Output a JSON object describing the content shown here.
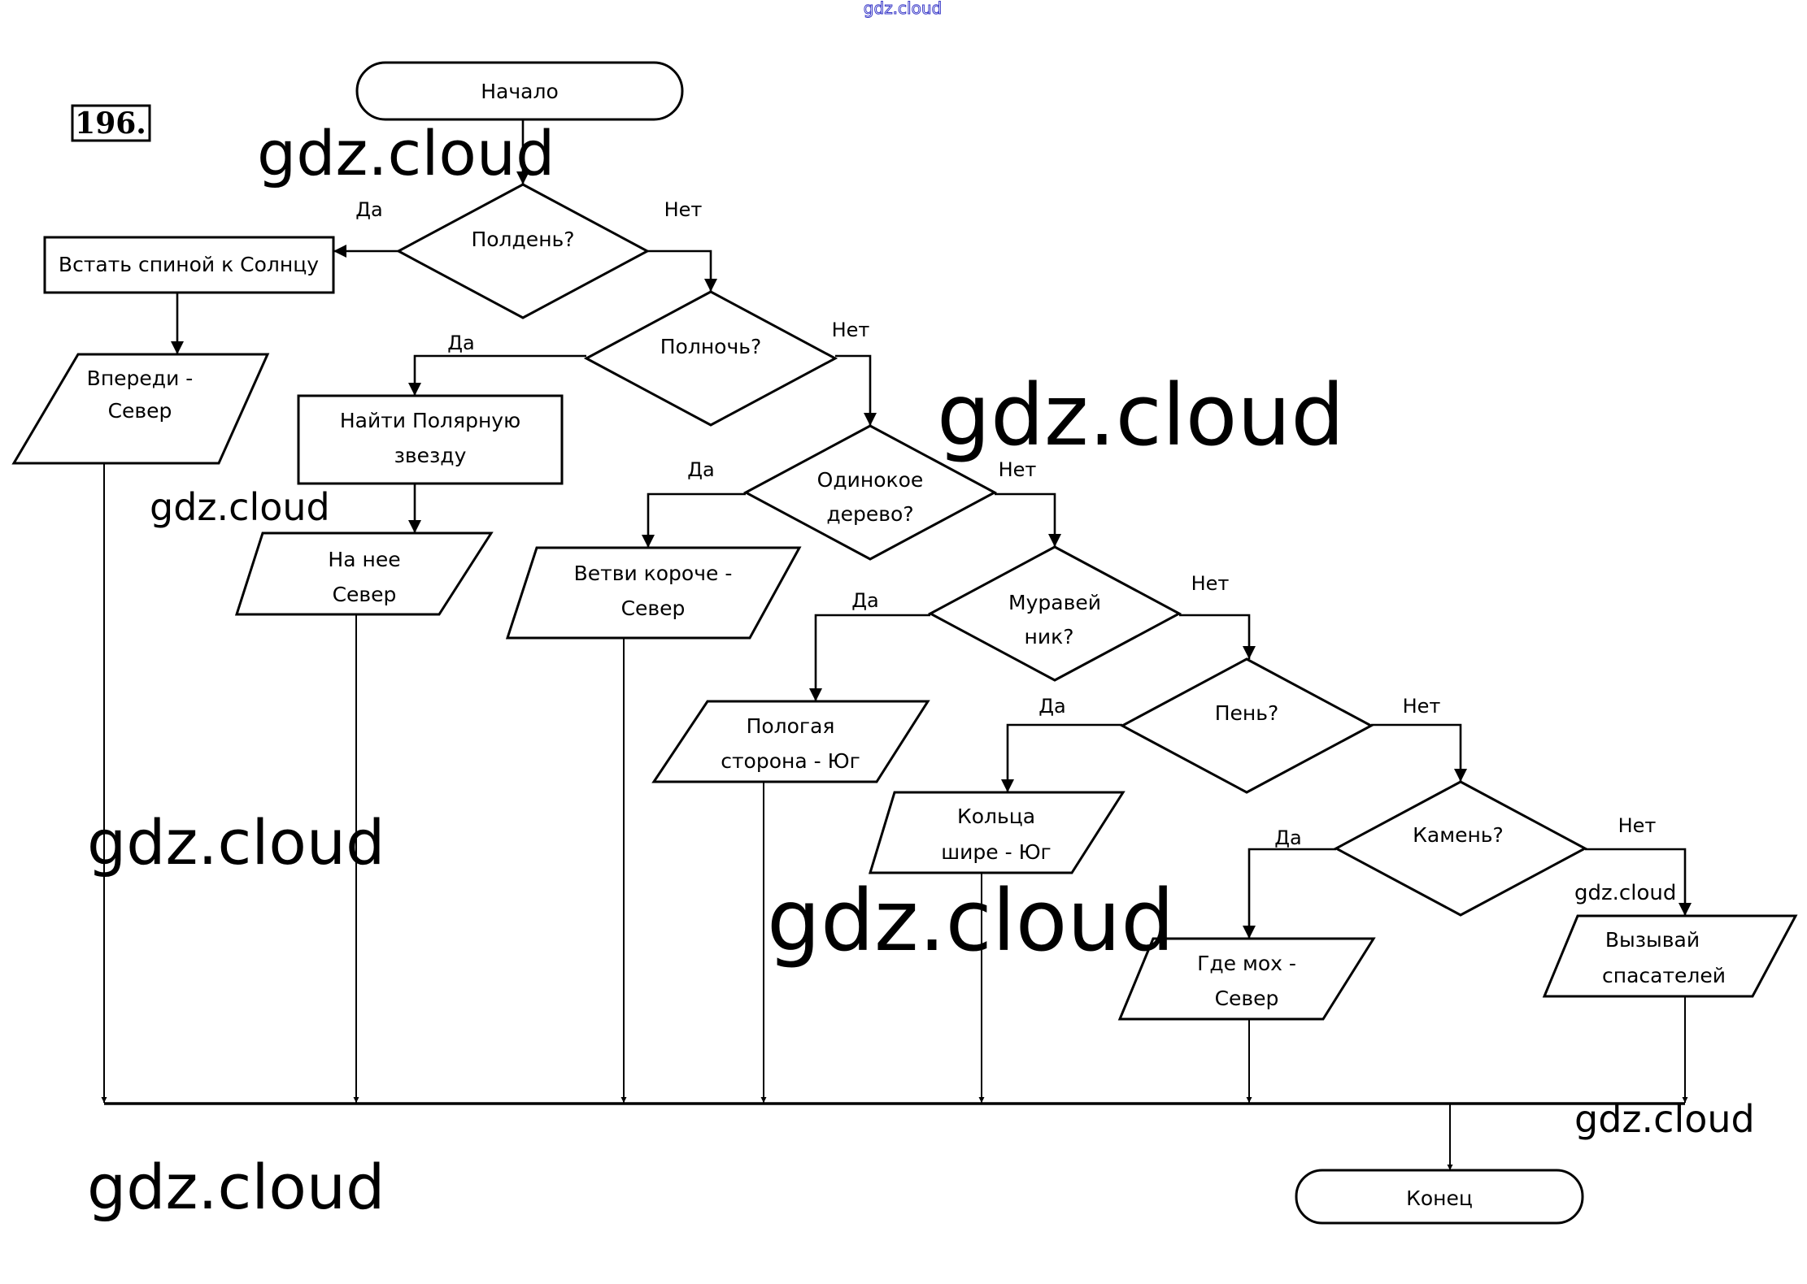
{
  "task_number": "196.",
  "top_watermark": "gdz.cloud",
  "watermarks": [
    "gdz.cloud",
    "gdz.cloud",
    "gdz.cloud",
    "gdz.cloud",
    "gdz.cloud",
    "gdz.cloud",
    "gdz.cloud",
    "gdz.cloud"
  ],
  "branch_labels": {
    "yes": "Да",
    "no": "Нет"
  },
  "nodes": {
    "start": "Начало",
    "noon": "Полдень?",
    "back_to_sun": "Встать спиной к Солнцу",
    "ahead_north": [
      "Впереди -",
      "Север"
    ],
    "midnight": "Полночь?",
    "find_polaris": [
      "Найти Полярную",
      "звезду"
    ],
    "toward_it_north": [
      "На нее",
      "Север"
    ],
    "lone_tree": [
      "Одинокое",
      "дерево?"
    ],
    "branches_shorter": [
      "Ветви короче -",
      "Север"
    ],
    "anthill": [
      "Муравей",
      "ник?"
    ],
    "gentle_side": [
      "Пологая",
      "сторона - Юг"
    ],
    "stump": "Пень?",
    "rings_wider": [
      "Кольца",
      "шире - Юг"
    ],
    "stone": "Камень?",
    "moss_north": [
      "Где мох -",
      "Север"
    ],
    "call_rescuers": [
      "Вызывай",
      "спасателей"
    ],
    "end": "Конец"
  }
}
